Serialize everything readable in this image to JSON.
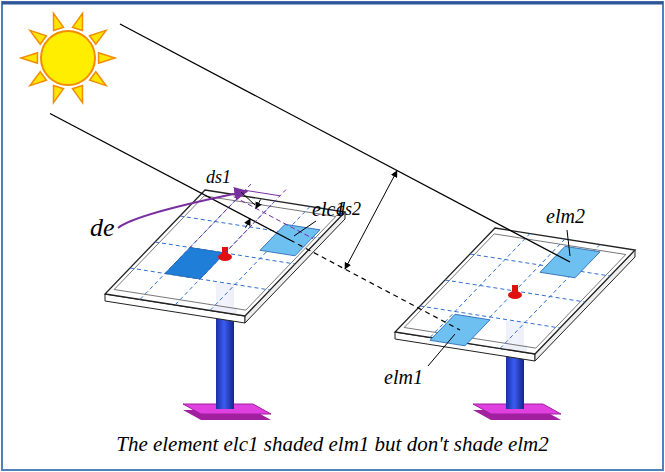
{
  "diagram": {
    "caption": "The element elc1 shaded elm1 but don't shade elm2",
    "labels": [
      "de",
      "ds1",
      "elc1",
      "ds2",
      "elm2",
      "elm1"
    ]
  }
}
